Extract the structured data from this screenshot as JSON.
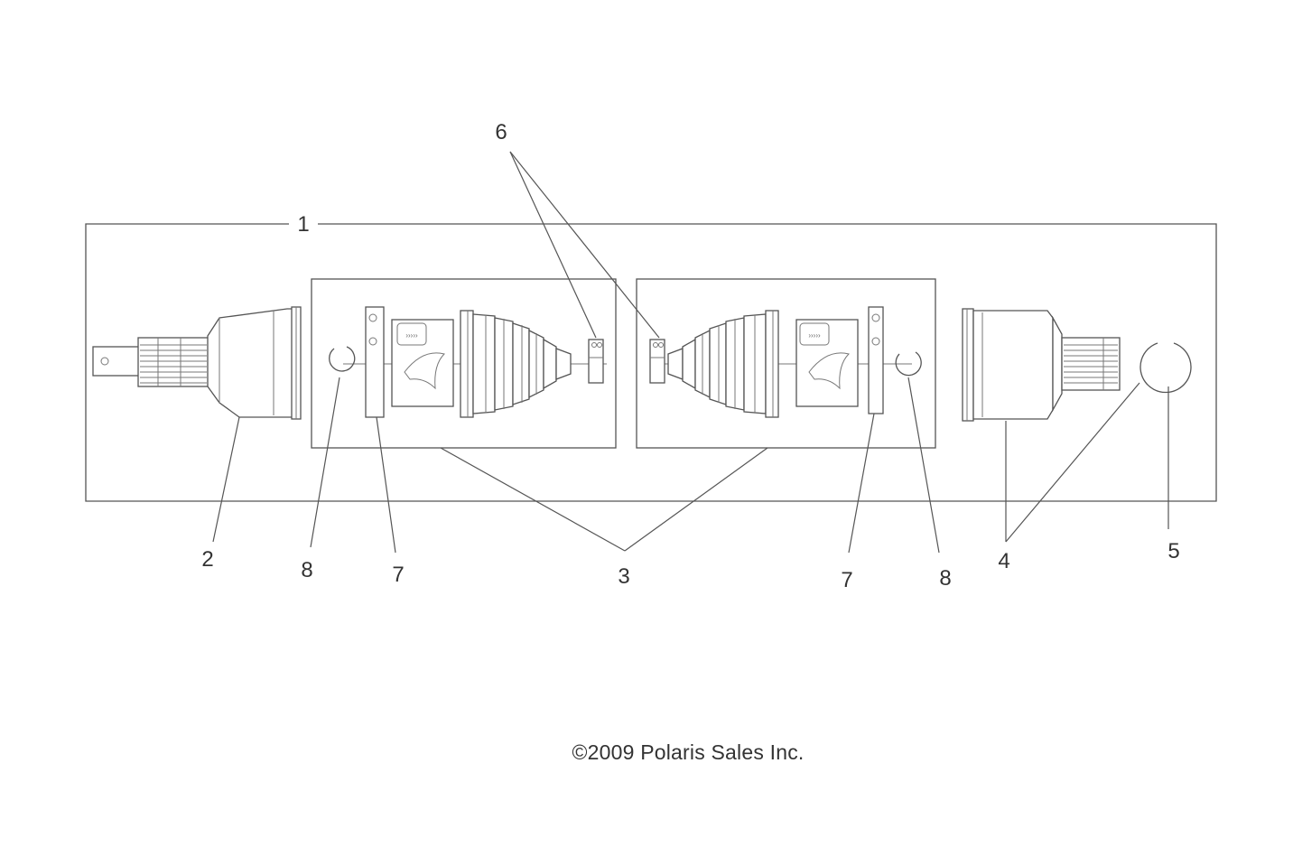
{
  "diagram": {
    "callouts": {
      "c1": "1",
      "c2": "2",
      "c3": "3",
      "c4": "4",
      "c5": "5",
      "c6": "6",
      "c7_left": "7",
      "c7_right": "7",
      "c8_left": "8",
      "c8_right": "8"
    },
    "copyright": "©2009 Polaris Sales Inc."
  }
}
